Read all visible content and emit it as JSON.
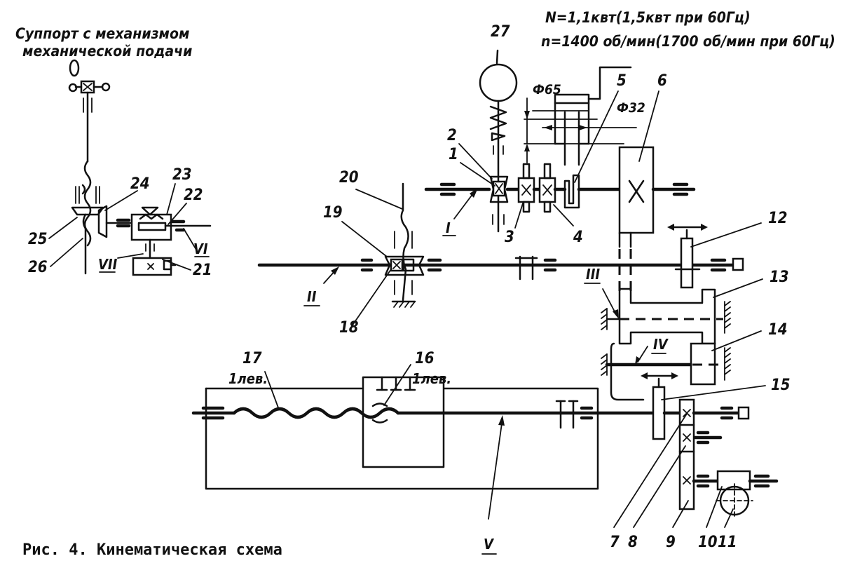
{
  "figure": {
    "caption": "Рис. 4. Кинематическая схема",
    "support_title_line1": "Суппорт с механизмом",
    "support_title_line2": "механической подачи",
    "motor_power": "N=1,1квт(1,5квт при 60Гц)",
    "motor_speed": "n=1400 об/мин(1700 об/мин при 60Гц)",
    "diameter_large": "Ф65",
    "diameter_small": "Ф32",
    "screw_17_note": "1лев.",
    "nut_16_note": "1лев."
  },
  "parts": {
    "p1": "1",
    "p2": "2",
    "p3": "3",
    "p4": "4",
    "p5": "5",
    "p6": "6",
    "p7": "7",
    "p8": "8",
    "p9": "9",
    "p10": "10",
    "p11": "11",
    "p12": "12",
    "p13": "13",
    "p14": "14",
    "p15": "15",
    "p16": "16",
    "p17": "17",
    "p18": "18",
    "p19": "19",
    "p20": "20",
    "p21": "21",
    "p22": "22",
    "p23": "23",
    "p24": "24",
    "p25": "25",
    "p26": "26",
    "p27": "27"
  },
  "shafts": {
    "s1": "I",
    "s2": "II",
    "s3": "III",
    "s4": "IV",
    "s5": "V",
    "s6": "VI",
    "s7": "VII"
  }
}
